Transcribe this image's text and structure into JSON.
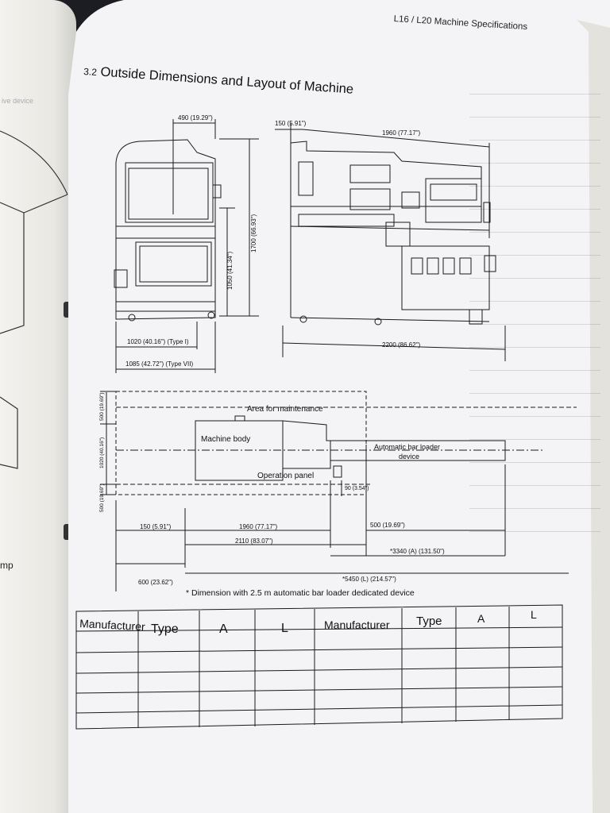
{
  "left_page": {
    "edge_text": "mp",
    "faint_text": "ive device"
  },
  "header": {
    "running_title": "L16 / L20 Machine Specifications"
  },
  "section": {
    "number": "3.2",
    "title": "Outside Dimensions and Layout of Machine"
  },
  "front_view": {
    "dim_top": "490 (19.29\")",
    "dim_height_1050": "1050 (41.34\")",
    "dim_height_1700": "1700 (66.93\")",
    "dim_width_type1": "1020 (40.16\") (Type I)",
    "dim_width_type7": "1085 (42.72\") (Type VII)"
  },
  "side_view": {
    "dim_top_150": "150 (5.91\")",
    "dim_top_1960": "1960 (77.17\")",
    "dim_bottom_2200": "2200 (86.62\")"
  },
  "layout_view": {
    "area_for_maintenance": "Area for maintenance",
    "machine_body": "Machine body",
    "operation_panel": "Operation panel",
    "bar_loader_line1": "Automatic bar loader",
    "bar_loader_line2": "device",
    "dim_left_500_top": "500 (19.69\")",
    "dim_left_1020": "1020 (40.16\")",
    "dim_left_500_bottom": "500 (19.69\")",
    "dim_90": "90 (3.54\")",
    "dim_150": "150 (5.91\")",
    "dim_1960": "1960 (77.17\")",
    "dim_500": "500 (19.69\")",
    "dim_2110": "2110 (83.07\")",
    "dim_3340": "*3340 (A) (131.50\")",
    "dim_600": "600 (23.62\")",
    "dim_5450": "*5450 (L) (214.57\")"
  },
  "footnote": "* Dimension with 2.5 m automatic bar loader dedicated device",
  "table": {
    "headers": [
      "Manufacturer",
      "Type",
      "A",
      "L",
      "Manufacturer",
      "Type",
      "A",
      "L"
    ]
  },
  "colors": {
    "page": "#f5f5f7",
    "ink": "#1a1a1a",
    "background": "#1c1d22"
  }
}
